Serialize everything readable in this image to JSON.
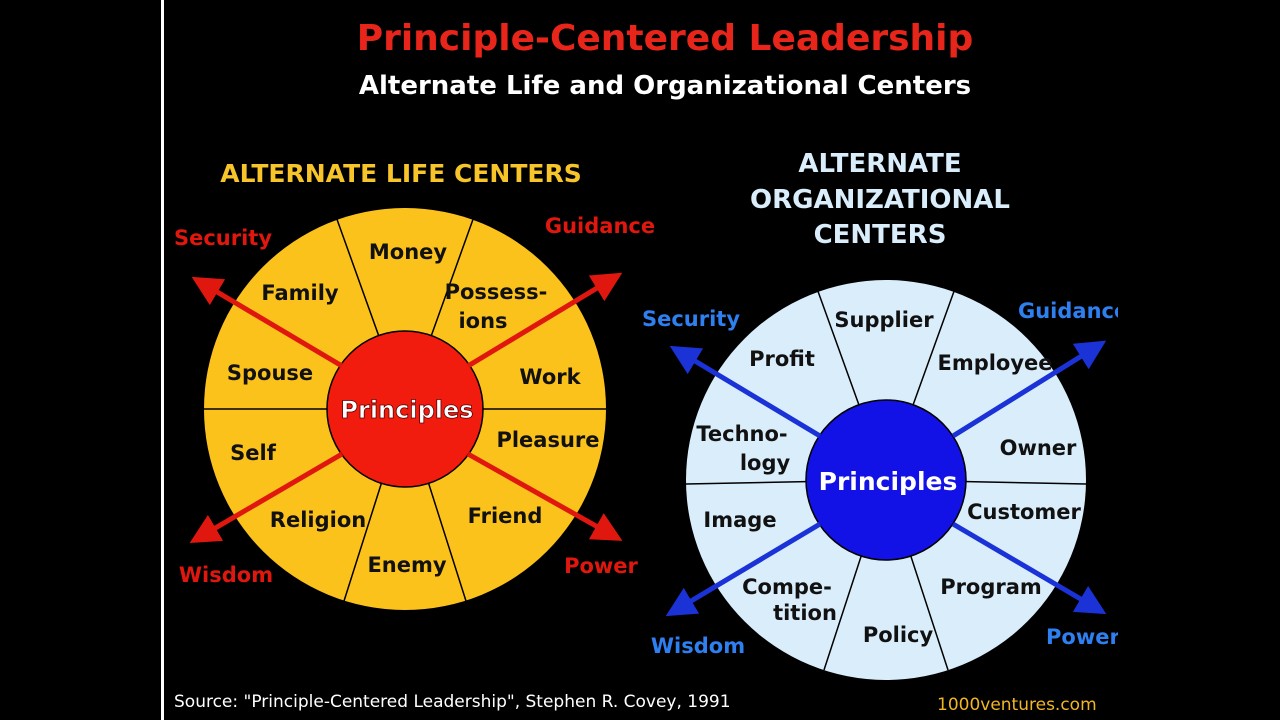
{
  "title": "Principle-Centered Leadership",
  "subtitle": "Alternate Life and Organizational Centers",
  "colors": {
    "title_red": "#e8251a",
    "life_fill": "#fcc21c",
    "life_core": "#f21c0e",
    "life_arrow": "#e0170f",
    "org_fill": "#d9edfb",
    "org_core": "#1212e6",
    "org_arrow": "#1a32d6",
    "org_label": "#2e7ff0",
    "life_heading": "#f7c42a"
  },
  "life": {
    "heading": "ALTERNATE LIFE CENTERS",
    "core": "Principles",
    "segments": {
      "money": "Money",
      "family": "Family",
      "possessions_1": "Possess-",
      "possessions_2": "ions",
      "spouse": "Spouse",
      "work": "Work",
      "self": "Self",
      "pleasure": "Pleasure",
      "religion": "Religion",
      "friend": "Friend",
      "enemy": "Enemy"
    },
    "directions": {
      "security": "Security",
      "guidance": "Guidance",
      "wisdom": "Wisdom",
      "power": "Power"
    }
  },
  "org": {
    "heading_1": "ALTERNATE",
    "heading_2": "ORGANIZATIONAL",
    "heading_3": "CENTERS",
    "core": "Principles",
    "segments": {
      "supplier": "Supplier",
      "profit": "Profit",
      "employee": "Employee",
      "technology_1": "Techno-",
      "technology_2": "logy",
      "owner": "Owner",
      "image": "Image",
      "customer": "Customer",
      "competition_1": "Compe-",
      "competition_2": "tition",
      "program": "Program",
      "policy": "Policy"
    },
    "directions": {
      "security": "Security",
      "guidance": "Guidance",
      "wisdom": "Wisdom",
      "power": "Power"
    }
  },
  "source": "Source: \"Principle-Centered Leadership\", Stephen R. Covey, 1991",
  "website": "1000ventures.com"
}
